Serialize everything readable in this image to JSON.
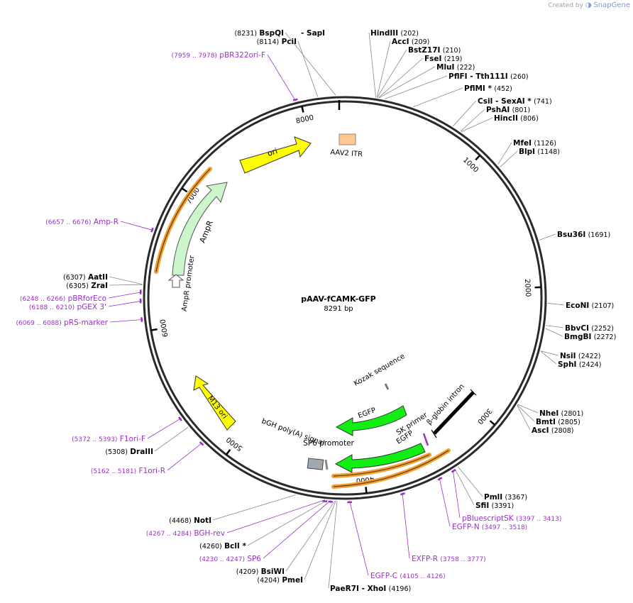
{
  "watermark": {
    "created_by": "Created by",
    "brand": "SnapGene"
  },
  "plasmid": {
    "name": "pAAV-fCAMK-GFP",
    "length_label": "8291 bp",
    "length": 8291
  },
  "colors": {
    "enzyme": "#000000",
    "primer": "#9b30c8",
    "backbone": "#2a2a2a",
    "yellow": "#ffff00",
    "green": "#11ee11",
    "pale_green": "#ccf5cc",
    "orange": "#f0a030",
    "peach": "#ffc890",
    "gray": "#a0a8b0"
  },
  "ticks": [
    {
      "pos": 1000,
      "label": "1000"
    },
    {
      "pos": 2000,
      "label": "2000"
    },
    {
      "pos": 3000,
      "label": "3000"
    },
    {
      "pos": 4000,
      "label": "4000"
    },
    {
      "pos": 5000,
      "label": "5000"
    },
    {
      "pos": 6000,
      "label": "6000"
    },
    {
      "pos": 7000,
      "label": "7000"
    },
    {
      "pos": 8000,
      "label": "8000"
    }
  ],
  "enzymes": [
    {
      "name": "BspQI",
      "coord": "(8231)",
      "pos": 8231,
      "coord_first": true,
      "pair_with_next": true
    },
    {
      "name": "SapI",
      "coord": "",
      "pos": 8231,
      "pair_prefix": "- "
    },
    {
      "name": "PciI",
      "coord": "(8114)",
      "pos": 8114,
      "coord_first": true
    },
    {
      "name": "HindIII",
      "coord": "(202)",
      "pos": 202
    },
    {
      "name": "AccI",
      "coord": "(209)",
      "pos": 209
    },
    {
      "name": "BstZ17I",
      "coord": "(210)",
      "pos": 210
    },
    {
      "name": "FseI",
      "coord": "(219)",
      "pos": 219
    },
    {
      "name": "MluI",
      "coord": "(222)",
      "pos": 222
    },
    {
      "name": "PflFI",
      "coord": "(260)",
      "pos": 260,
      "extra": "- Tth111I"
    },
    {
      "name": "PflMI *",
      "coord": "(452)",
      "pos": 452
    },
    {
      "name": "CsiI",
      "coord": "(741)",
      "pos": 741,
      "extra": "- SexAI *"
    },
    {
      "name": "PshAI",
      "coord": "(801)",
      "pos": 801
    },
    {
      "name": "HincII",
      "coord": "(806)",
      "pos": 806
    },
    {
      "name": "MfeI",
      "coord": "(1126)",
      "pos": 1126
    },
    {
      "name": "BlpI",
      "coord": "(1148)",
      "pos": 1148
    },
    {
      "name": "Bsu36I",
      "coord": "(1691)",
      "pos": 1691
    },
    {
      "name": "EcoNI",
      "coord": "(2107)",
      "pos": 2107
    },
    {
      "name": "BbvCI",
      "coord": "(2252)",
      "pos": 2252
    },
    {
      "name": "BmgBI",
      "coord": "(2272)",
      "pos": 2272
    },
    {
      "name": "NsiI",
      "coord": "(2422)",
      "pos": 2422
    },
    {
      "name": "SphI",
      "coord": "(2424)",
      "pos": 2424
    },
    {
      "name": "NheI",
      "coord": "(2801)",
      "pos": 2801
    },
    {
      "name": "BmtI",
      "coord": "(2805)",
      "pos": 2805
    },
    {
      "name": "AscI",
      "coord": "(2808)",
      "pos": 2808
    },
    {
      "name": "PmlI",
      "coord": "(3367)",
      "pos": 3367
    },
    {
      "name": "SfiI",
      "coord": "(3391)",
      "pos": 3391
    },
    {
      "name": "PaeR7I",
      "coord": "(4196)",
      "pos": 4196,
      "extra": "- XhoI"
    },
    {
      "name": "PmeI",
      "coord": "(4204)",
      "pos": 4204,
      "coord_first": true
    },
    {
      "name": "BsiWI",
      "coord": "(4209)",
      "pos": 4209,
      "coord_first": true
    },
    {
      "name": "BclI *",
      "coord": "(4260)",
      "pos": 4260,
      "coord_first": true
    },
    {
      "name": "NotI",
      "coord": "(4468)",
      "pos": 4468,
      "coord_first": true
    },
    {
      "name": "DraIII",
      "coord": "(5308)",
      "pos": 5308,
      "coord_first": true
    },
    {
      "name": "ZraI",
      "coord": "(6305)",
      "pos": 6305,
      "coord_first": true
    },
    {
      "name": "AatII",
      "coord": "(6307)",
      "pos": 6307,
      "coord_first": true
    }
  ],
  "primers": [
    {
      "name": "pBR322ori-F",
      "coord": "(7959 .. 7978)",
      "pos": 7968
    },
    {
      "name": "Amp-R",
      "coord": "(6657 .. 6676)",
      "pos": 6666
    },
    {
      "name": "pBRforEco",
      "coord": "(6248 .. 6266)",
      "pos": 6257
    },
    {
      "name": "pGEX 3'",
      "coord": "(6188 .. 6210)",
      "pos": 6199
    },
    {
      "name": "pRS-marker",
      "coord": "(6069 .. 6088)",
      "pos": 6078
    },
    {
      "name": "F1ori-F",
      "coord": "(5372 .. 5393)",
      "pos": 5382
    },
    {
      "name": "F1ori-R",
      "coord": "(5162 .. 5181)",
      "pos": 5171
    },
    {
      "name": "BGH-rev",
      "coord": "(4267 .. 4284)",
      "pos": 4275
    },
    {
      "name": "SP6",
      "coord": "(4230 .. 4247)",
      "pos": 4238
    },
    {
      "name": "EGFP-C",
      "coord": "(4105 .. 4126)",
      "pos": 4115
    },
    {
      "name": "EXFP-R",
      "coord": "(3758 .. 3777)",
      "pos": 3767
    },
    {
      "name": "EGFP-N",
      "coord": "(3497 .. 3518)",
      "pos": 3507
    },
    {
      "name": "pBluescriptSK",
      "coord": "(3397 .. 3413)",
      "pos": 3405
    }
  ],
  "features": [
    {
      "name": "ori",
      "type": "yellow-arrow"
    },
    {
      "name": "AAV2 ITR",
      "type": "box"
    },
    {
      "name": "AmpR",
      "type": "pale-arrow"
    },
    {
      "name": "AmpR promoter",
      "type": "white-arrow"
    },
    {
      "name": "M13 ori",
      "type": "yellow-arrow"
    },
    {
      "name": "Kozak sequence",
      "type": "mark"
    },
    {
      "name": "EGFP",
      "type": "green-arrow"
    },
    {
      "name": "SK primer",
      "type": "label"
    },
    {
      "name": "EGFP",
      "type": "green-arrow"
    },
    {
      "name": "β-globin intron",
      "type": "black-bar"
    },
    {
      "name": "SP6 promoter",
      "type": "mark"
    },
    {
      "name": "bGH poly(A) signal",
      "type": "box"
    }
  ]
}
